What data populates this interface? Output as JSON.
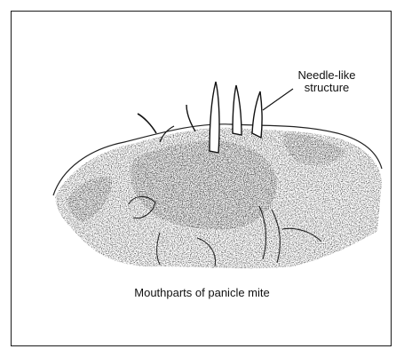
{
  "figure": {
    "label_line1": "Needle-like",
    "label_line2": "structure",
    "caption": "Mouthparts of panicle mite"
  }
}
